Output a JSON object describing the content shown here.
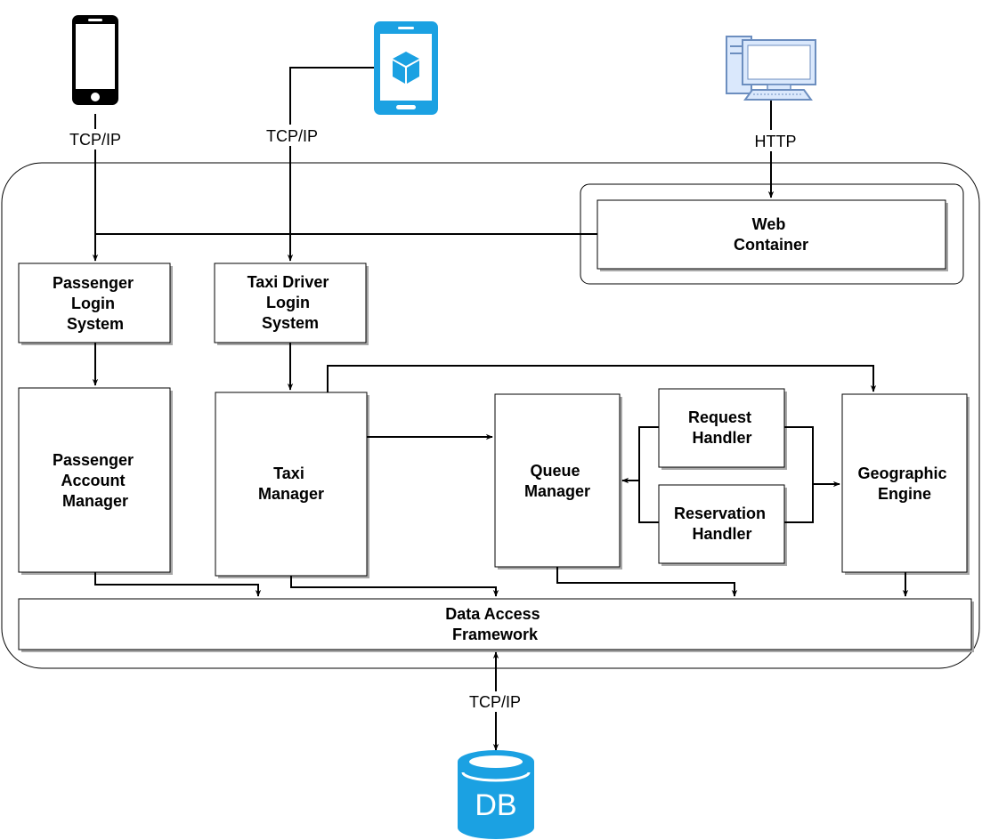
{
  "components": {
    "web_container": [
      "Web",
      "Container"
    ],
    "passenger_login": [
      "Passenger",
      "Login",
      "System"
    ],
    "taxi_driver_login": [
      "Taxi Driver",
      "Login",
      "System"
    ],
    "passenger_account_manager": [
      "Passenger",
      "Account",
      "Manager"
    ],
    "taxi_manager": [
      "Taxi",
      "Manager"
    ],
    "queue_manager": [
      "Queue",
      "Manager"
    ],
    "request_handler": [
      "Request",
      "Handler"
    ],
    "reservation_handler": [
      "Reservation",
      "Handler"
    ],
    "geographic_engine": [
      "Geographic",
      "Engine"
    ],
    "data_access_framework": [
      "Data Access",
      "Framework"
    ]
  },
  "connections": {
    "phone": "TCP/IP",
    "tablet": "TCP/IP",
    "desktop": "HTTP",
    "database": "TCP/IP"
  },
  "database": {
    "label": "DB"
  },
  "icons": {
    "phone": "smartphone-icon",
    "tablet": "tablet-app-icon",
    "desktop": "desktop-computer-icon",
    "database": "database-cylinder-icon"
  },
  "colors": {
    "tablet": "#1ba1e2",
    "database": "#1ba1e2",
    "desktop_fill": "#dae8fc",
    "desktop_stroke": "#6c8ebf",
    "shadow": "#a8a8a8"
  }
}
